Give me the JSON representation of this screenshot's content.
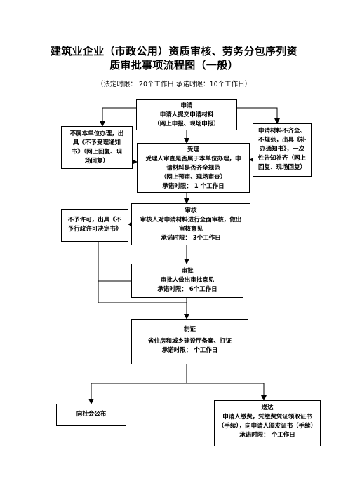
{
  "title_line1": "建筑业企业（市政公用）资质审核、劳务分包序列资",
  "title_line2": "质审批事项流程图（一般）",
  "subtitle": "（法定时限：  20个工作日  承诺时限：10个工作日）",
  "boxes": {
    "apply": {
      "lines": [
        "申请",
        "申请人提交申请材料",
        "（网上申报、现场申报）"
      ]
    },
    "not_accepted": {
      "lines": [
        "不属本单位办理，出",
        "具《不予受理通知",
        "书》（网上回复、现",
        "场回复）"
      ]
    },
    "incomplete": {
      "lines": [
        "申请材料不齐全、",
        "不规范，出具《补",
        "办通知书》，一次",
        "性告知补齐（网上",
        "回复、现场回复）"
      ]
    },
    "accept": {
      "lines": [
        "受理",
        "受理人审查是否属于本单位办理，申",
        "请材料是否齐全规范",
        "（网上预审、现场审查）",
        "承诺时限：  1 个工作日"
      ]
    },
    "not_permitted": {
      "lines": [
        "不予许可，出具《不",
        "予行政许可决定书》"
      ]
    },
    "review": {
      "lines": [
        "审核",
        "审核人对申请材料进行全面审核，做出",
        "审核意见",
        "承诺时限：  3个工作日"
      ]
    },
    "approve": {
      "lines": [
        "审批",
        "审批人做出审批意见",
        "承诺时限：  6个工作日"
      ]
    },
    "certify": {
      "lines": [
        "制证",
        "省住房和城乡建设厅备案、打证",
        "承诺时限：   个工作日"
      ]
    },
    "publish": {
      "lines": [
        "向社会公布"
      ]
    },
    "deliver": {
      "lines": [
        "送达",
        "申请人缴费，凭缴费凭证领取证书",
        "（手续），向申请人颁发证书（手续）",
        "承诺时限：   个工作日"
      ]
    }
  }
}
